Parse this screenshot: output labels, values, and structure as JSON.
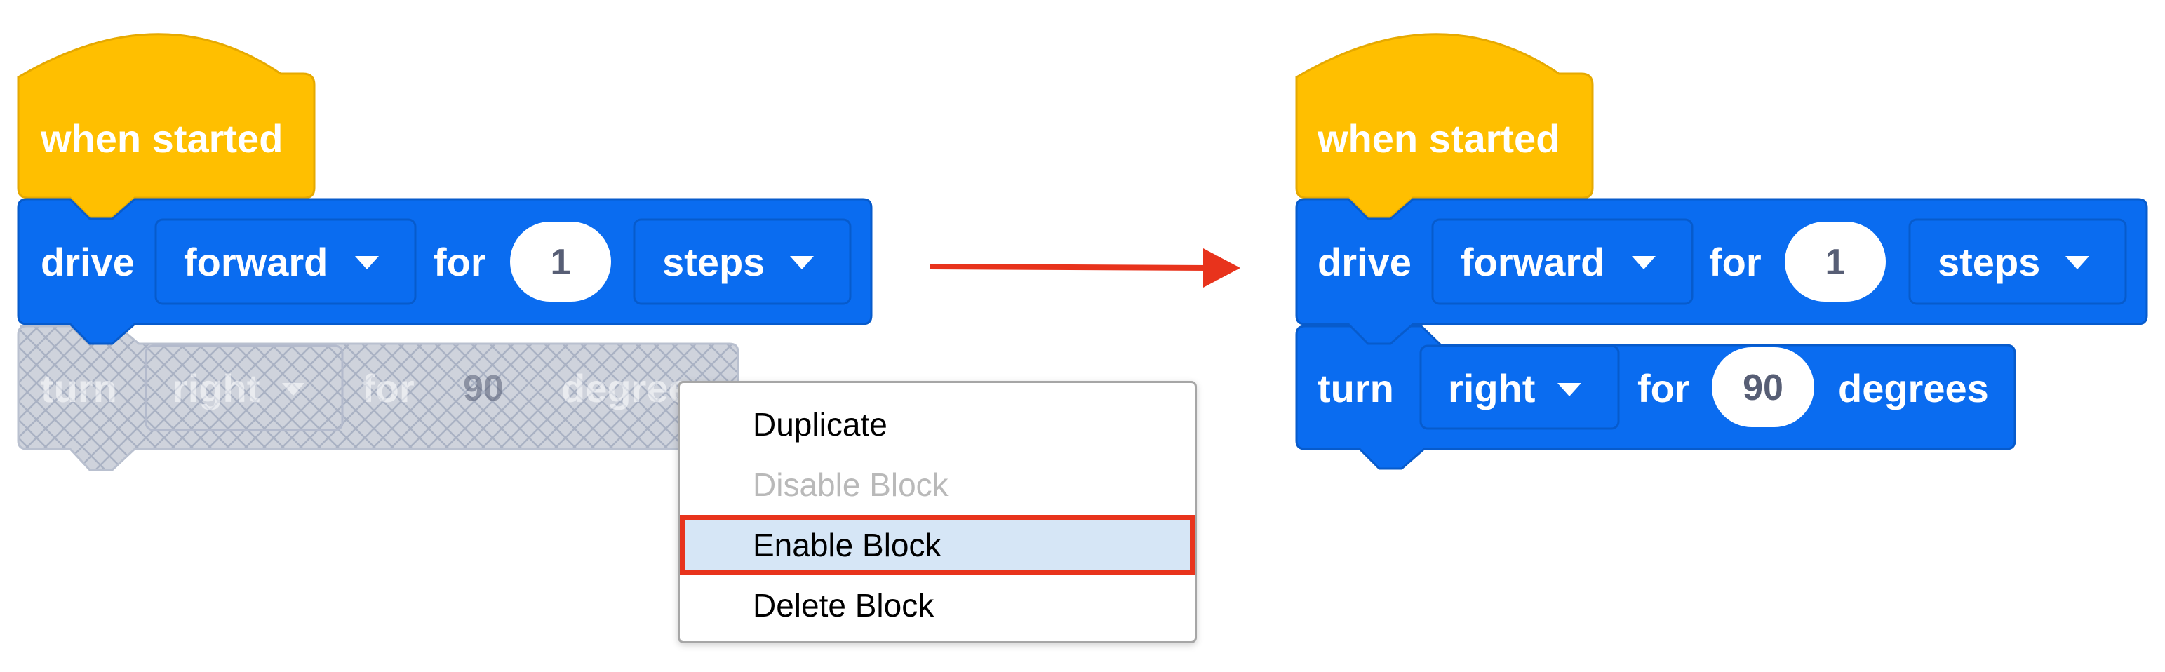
{
  "colors": {
    "event_block": "#ffbf00",
    "event_border": "#e6a900",
    "motion_block": "#0a6cf0",
    "motion_border": "#075bcc",
    "disabled_fill": "#cfd3dc",
    "arrow": "#e8331c",
    "menu_highlight_outline": "#e8331c",
    "menu_highlight_bg": "#d6e6f6"
  },
  "before": {
    "hat_block": {
      "label": "when started"
    },
    "drive_block": {
      "label": "drive",
      "direction": "forward",
      "for_label": "for",
      "amount": "1",
      "unit": "steps"
    },
    "turn_block": {
      "label": "turn",
      "direction": "right",
      "for_label": "for",
      "amount": "90",
      "unit": "degrees",
      "state": "disabled"
    }
  },
  "context_menu": {
    "items": [
      {
        "label": "Duplicate",
        "enabled": true
      },
      {
        "label": "Disable Block",
        "enabled": false
      },
      {
        "label": "Enable Block",
        "enabled": true,
        "highlighted": true
      },
      {
        "label": "Delete Block",
        "enabled": true
      }
    ]
  },
  "after": {
    "hat_block": {
      "label": "when started"
    },
    "drive_block": {
      "label": "drive",
      "direction": "forward",
      "for_label": "for",
      "amount": "1",
      "unit": "steps"
    },
    "turn_block": {
      "label": "turn",
      "direction": "right",
      "for_label": "for",
      "amount": "90",
      "unit": "degrees",
      "state": "enabled"
    }
  },
  "icons": {
    "dropdown": "caret-down-icon",
    "transition": "arrow-right-icon"
  }
}
